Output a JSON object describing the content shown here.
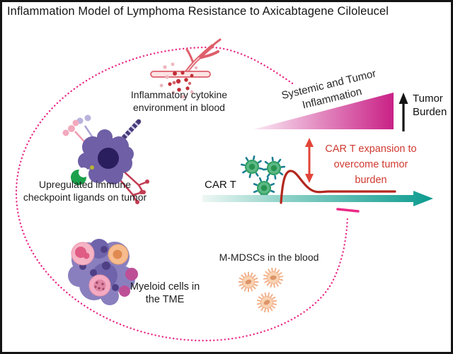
{
  "title": "Inflammation Model of Lymphoma Resistance to Axicabtagene Ciloleucel",
  "labels": {
    "cytokine": "Inflammatory cytokine\nenvironment in blood",
    "checkpoint": "Upregulated immune\ncheckpoint ligands on tumor",
    "myeloid": "Myeloid cells in\nthe TME",
    "mdsc": "M-MDSCs in the blood",
    "systemic_inflammation": "Systemic and Tumor\nInflammation",
    "tumor_burden": "Tumor\nBurden",
    "cart_expansion": "CAR T expansion to\novercome tumor burden",
    "cart": "CAR T"
  },
  "colors": {
    "cycle_magenta": "#ea2a88",
    "wedge_light": "#fbeaf4",
    "wedge_deep": "#c92186",
    "timeline_teal": "#0c9b8f",
    "expansion_red": "#e2453a",
    "expansion_text_red": "#cf3a30",
    "kinetics_curve_red": "#b3271d",
    "cart_cell_green": "#3aa763",
    "mdsc_peach": "#f6c9a6",
    "text_dark": "#1a1a1a"
  }
}
